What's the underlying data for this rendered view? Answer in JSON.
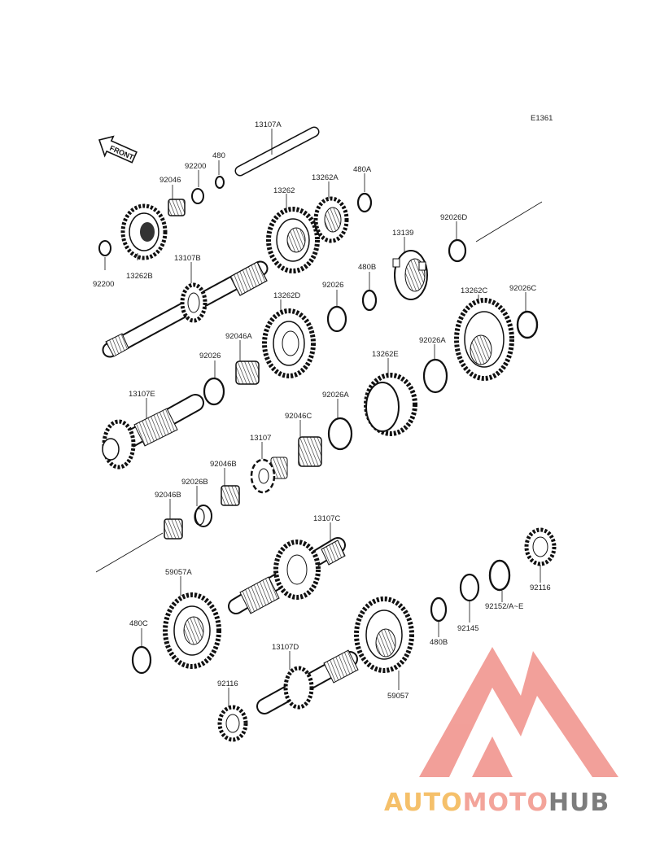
{
  "diagram_code": "E1361",
  "front_arrow_text": "FRONT",
  "parts": [
    {
      "id": "p-13107A",
      "label": "13107A"
    },
    {
      "id": "p-480",
      "label": "480"
    },
    {
      "id": "p-92200",
      "label": "92200"
    },
    {
      "id": "p-92046",
      "label": "92046"
    },
    {
      "id": "p-13262",
      "label": "13262"
    },
    {
      "id": "p-13262A",
      "label": "13262A"
    },
    {
      "id": "p-480A",
      "label": "480A"
    },
    {
      "id": "p-92026D",
      "label": "92026D"
    },
    {
      "id": "p-13262B",
      "label": "13262B"
    },
    {
      "id": "p-92200b",
      "label": "92200"
    },
    {
      "id": "p-13107B",
      "label": "13107B"
    },
    {
      "id": "p-13139",
      "label": "13139"
    },
    {
      "id": "p-480B",
      "label": "480B"
    },
    {
      "id": "p-13262D",
      "label": "13262D"
    },
    {
      "id": "p-92026",
      "label": "92026"
    },
    {
      "id": "p-13262C",
      "label": "13262C"
    },
    {
      "id": "p-92026C",
      "label": "92026C"
    },
    {
      "id": "p-92046A",
      "label": "92046A"
    },
    {
      "id": "p-92026b",
      "label": "92026"
    },
    {
      "id": "p-92026A",
      "label": "92026A"
    },
    {
      "id": "p-13262E",
      "label": "13262E"
    },
    {
      "id": "p-13107E",
      "label": "13107E"
    },
    {
      "id": "p-92026A2",
      "label": "92026A"
    },
    {
      "id": "p-92046C",
      "label": "92046C"
    },
    {
      "id": "p-13107",
      "label": "13107"
    },
    {
      "id": "p-92046B",
      "label": "92046B"
    },
    {
      "id": "p-92026B",
      "label": "92026B"
    },
    {
      "id": "p-92046B2",
      "label": "92046B"
    },
    {
      "id": "p-13107C",
      "label": "13107C"
    },
    {
      "id": "p-59057A",
      "label": "59057A"
    },
    {
      "id": "p-92116",
      "label": "92116"
    },
    {
      "id": "p-92152",
      "label": "92152/A~E"
    },
    {
      "id": "p-92145",
      "label": "92145"
    },
    {
      "id": "p-480C",
      "label": "480C"
    },
    {
      "id": "p-480B2",
      "label": "480B"
    },
    {
      "id": "p-13107D",
      "label": "13107D"
    },
    {
      "id": "p-59057",
      "label": "59057"
    },
    {
      "id": "p-92116b",
      "label": "92116"
    }
  ],
  "watermark": {
    "part1": "AUTO",
    "part2": "MOTO",
    "part3": "HUB",
    "color1": "#f5c06a",
    "color2": "#f3a49a",
    "color3": "#7d7d7d",
    "logo_color": "#f08f88"
  }
}
